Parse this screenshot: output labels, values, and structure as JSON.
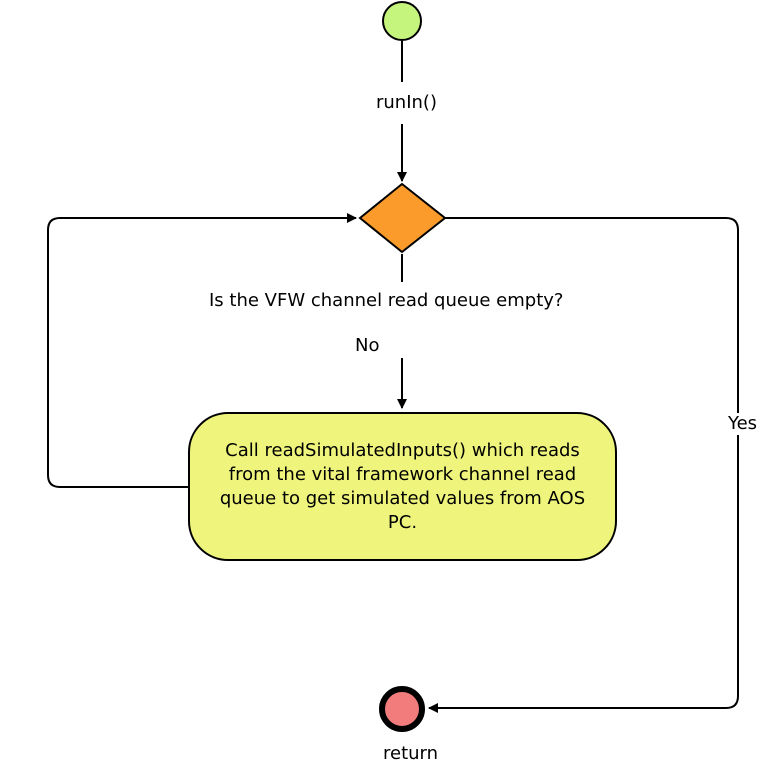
{
  "colors": {
    "start_node": "#c6f57e",
    "decision_node": "#fa9b2b",
    "action_node": "#eff57c",
    "end_node": "#f27b7b",
    "line": "#000000"
  },
  "nodes": {
    "entry_label": "runIn()",
    "decision_label": "Is the VFW channel read queue empty?",
    "action_text": "Call readSimulatedInputs() which reads from the vital framework channel read queue to get simulated values from AOS PC.",
    "end_label": "return"
  },
  "edges": {
    "no_label": "No",
    "yes_label": "Yes"
  }
}
